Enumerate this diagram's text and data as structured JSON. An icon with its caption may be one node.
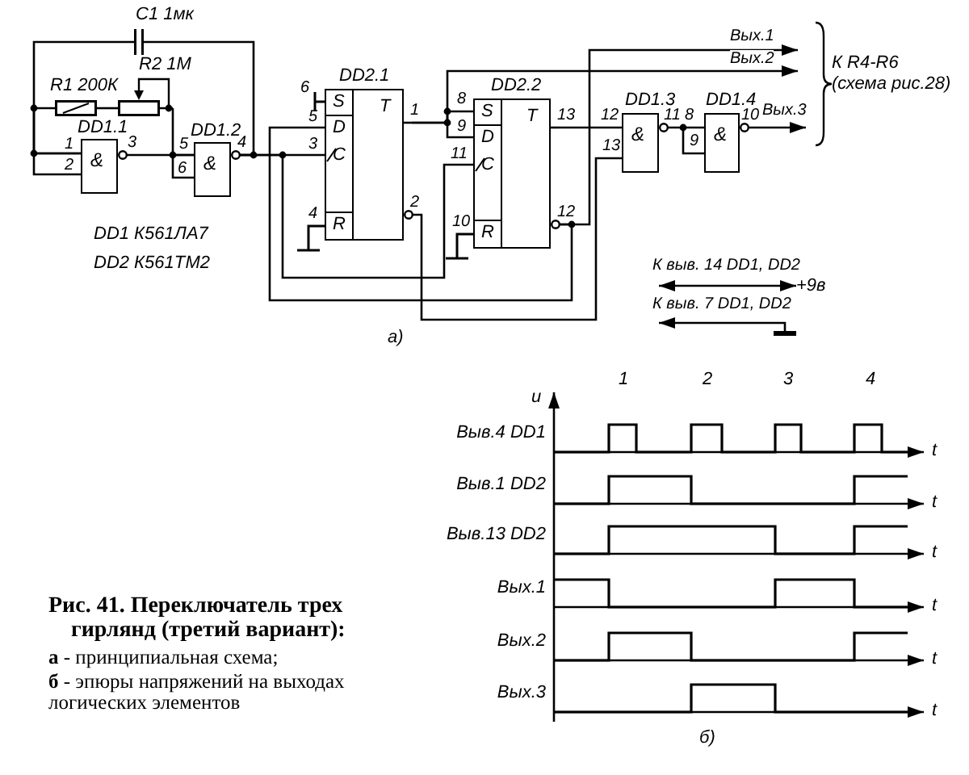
{
  "diagram": {
    "caption": "Рис. 41. Переключатель трех гирлянд (третий вариант):",
    "nodes": [
      {
        "text": [],
        "shape": "capacitor",
        "beside": [
          "C1 1мк"
        ]
      },
      {
        "text": [],
        "shape": "resistor",
        "beside": [
          "R1 200К"
        ]
      },
      {
        "text": [],
        "shape": "potentiometer",
        "beside": [
          "R2 1М"
        ]
      },
      {
        "text": [
          "&"
        ],
        "beside": [
          "DD1.1",
          "1",
          "2",
          "3"
        ]
      },
      {
        "text": [
          "&"
        ],
        "beside": [
          "DD1.2",
          "5",
          "6",
          "4"
        ]
      },
      {
        "text": [
          "S",
          "D",
          "C",
          "R",
          "T"
        ],
        "beside": [
          "DD2.1",
          "6",
          "5",
          "3",
          "4",
          "1",
          "2"
        ]
      },
      {
        "text": [
          "S",
          "D",
          "C",
          "R",
          "T"
        ],
        "beside": [
          "DD2.2",
          "8",
          "9",
          "11",
          "10",
          "13",
          "12"
        ]
      },
      {
        "text": [
          "&"
        ],
        "beside": [
          "DD1.3",
          "12",
          "13",
          "11"
        ]
      },
      {
        "text": [
          "&"
        ],
        "beside": [
          "DD1.4",
          "8",
          "9",
          "10"
        ]
      },
      {
        "text": [
          "+9в"
        ]
      },
      {
        "text": [],
        "shape": "ground"
      }
    ],
    "edges": [
      {
        "from": 0,
        "to": 3,
        "arrow": "none"
      },
      {
        "from": 0,
        "to": 4,
        "arrow": "none"
      },
      {
        "from": 1,
        "to": 3,
        "arrow": "none"
      },
      {
        "from": 1,
        "to": 2,
        "arrow": "none"
      },
      {
        "from": 2,
        "to": 4,
        "arrow": "none"
      },
      {
        "from": 3,
        "to": 4,
        "arrow": "none"
      },
      {
        "from": 4,
        "to": 5,
        "arrow": "none"
      },
      {
        "from": 4,
        "to": 6,
        "arrow": "none"
      },
      {
        "from": 6,
        "to": 5,
        "arrow": "none"
      },
      {
        "from": 5,
        "to": 6,
        "arrow": "none"
      },
      {
        "from": 5,
        "to": 7,
        "arrow": "none"
      },
      {
        "from": 6,
        "to": 7,
        "arrow": "none"
      },
      {
        "from": 7,
        "to": 8,
        "arrow": "none"
      },
      {
        "from": 8,
        "to": null,
        "arrow": "to",
        "label": "Вых.3"
      },
      {
        "from": 5,
        "to": null,
        "arrow": "to",
        "label": "Вых.2"
      },
      {
        "from": 6,
        "to": null,
        "arrow": "to",
        "label": "Вых.1"
      },
      {
        "from": 9,
        "to": null,
        "arrow": "both",
        "label": "К выв. 14 DD1, DD2"
      },
      {
        "from": 10,
        "to": null,
        "arrow": "to",
        "label": "К выв. 7 DD1, DD2"
      }
    ],
    "labels": [
      "DD1 К561ЛА7",
      "DD2 К561ТМ2",
      "а)",
      "К R4-R6 (схема рис.28)",
      "u",
      "1",
      "2",
      "3",
      "4",
      "Выв.4 DD1",
      "t",
      "Выв.1 DD2",
      "t",
      "Выв.13 DD2",
      "t",
      "Вых.1",
      "t",
      "Вых.2",
      "t",
      "Вых.3",
      "t",
      "б)",
      "**а** - принципиальная схема;",
      "**б** - эпюры напряжений на выходах логических элементов"
    ]
  }
}
